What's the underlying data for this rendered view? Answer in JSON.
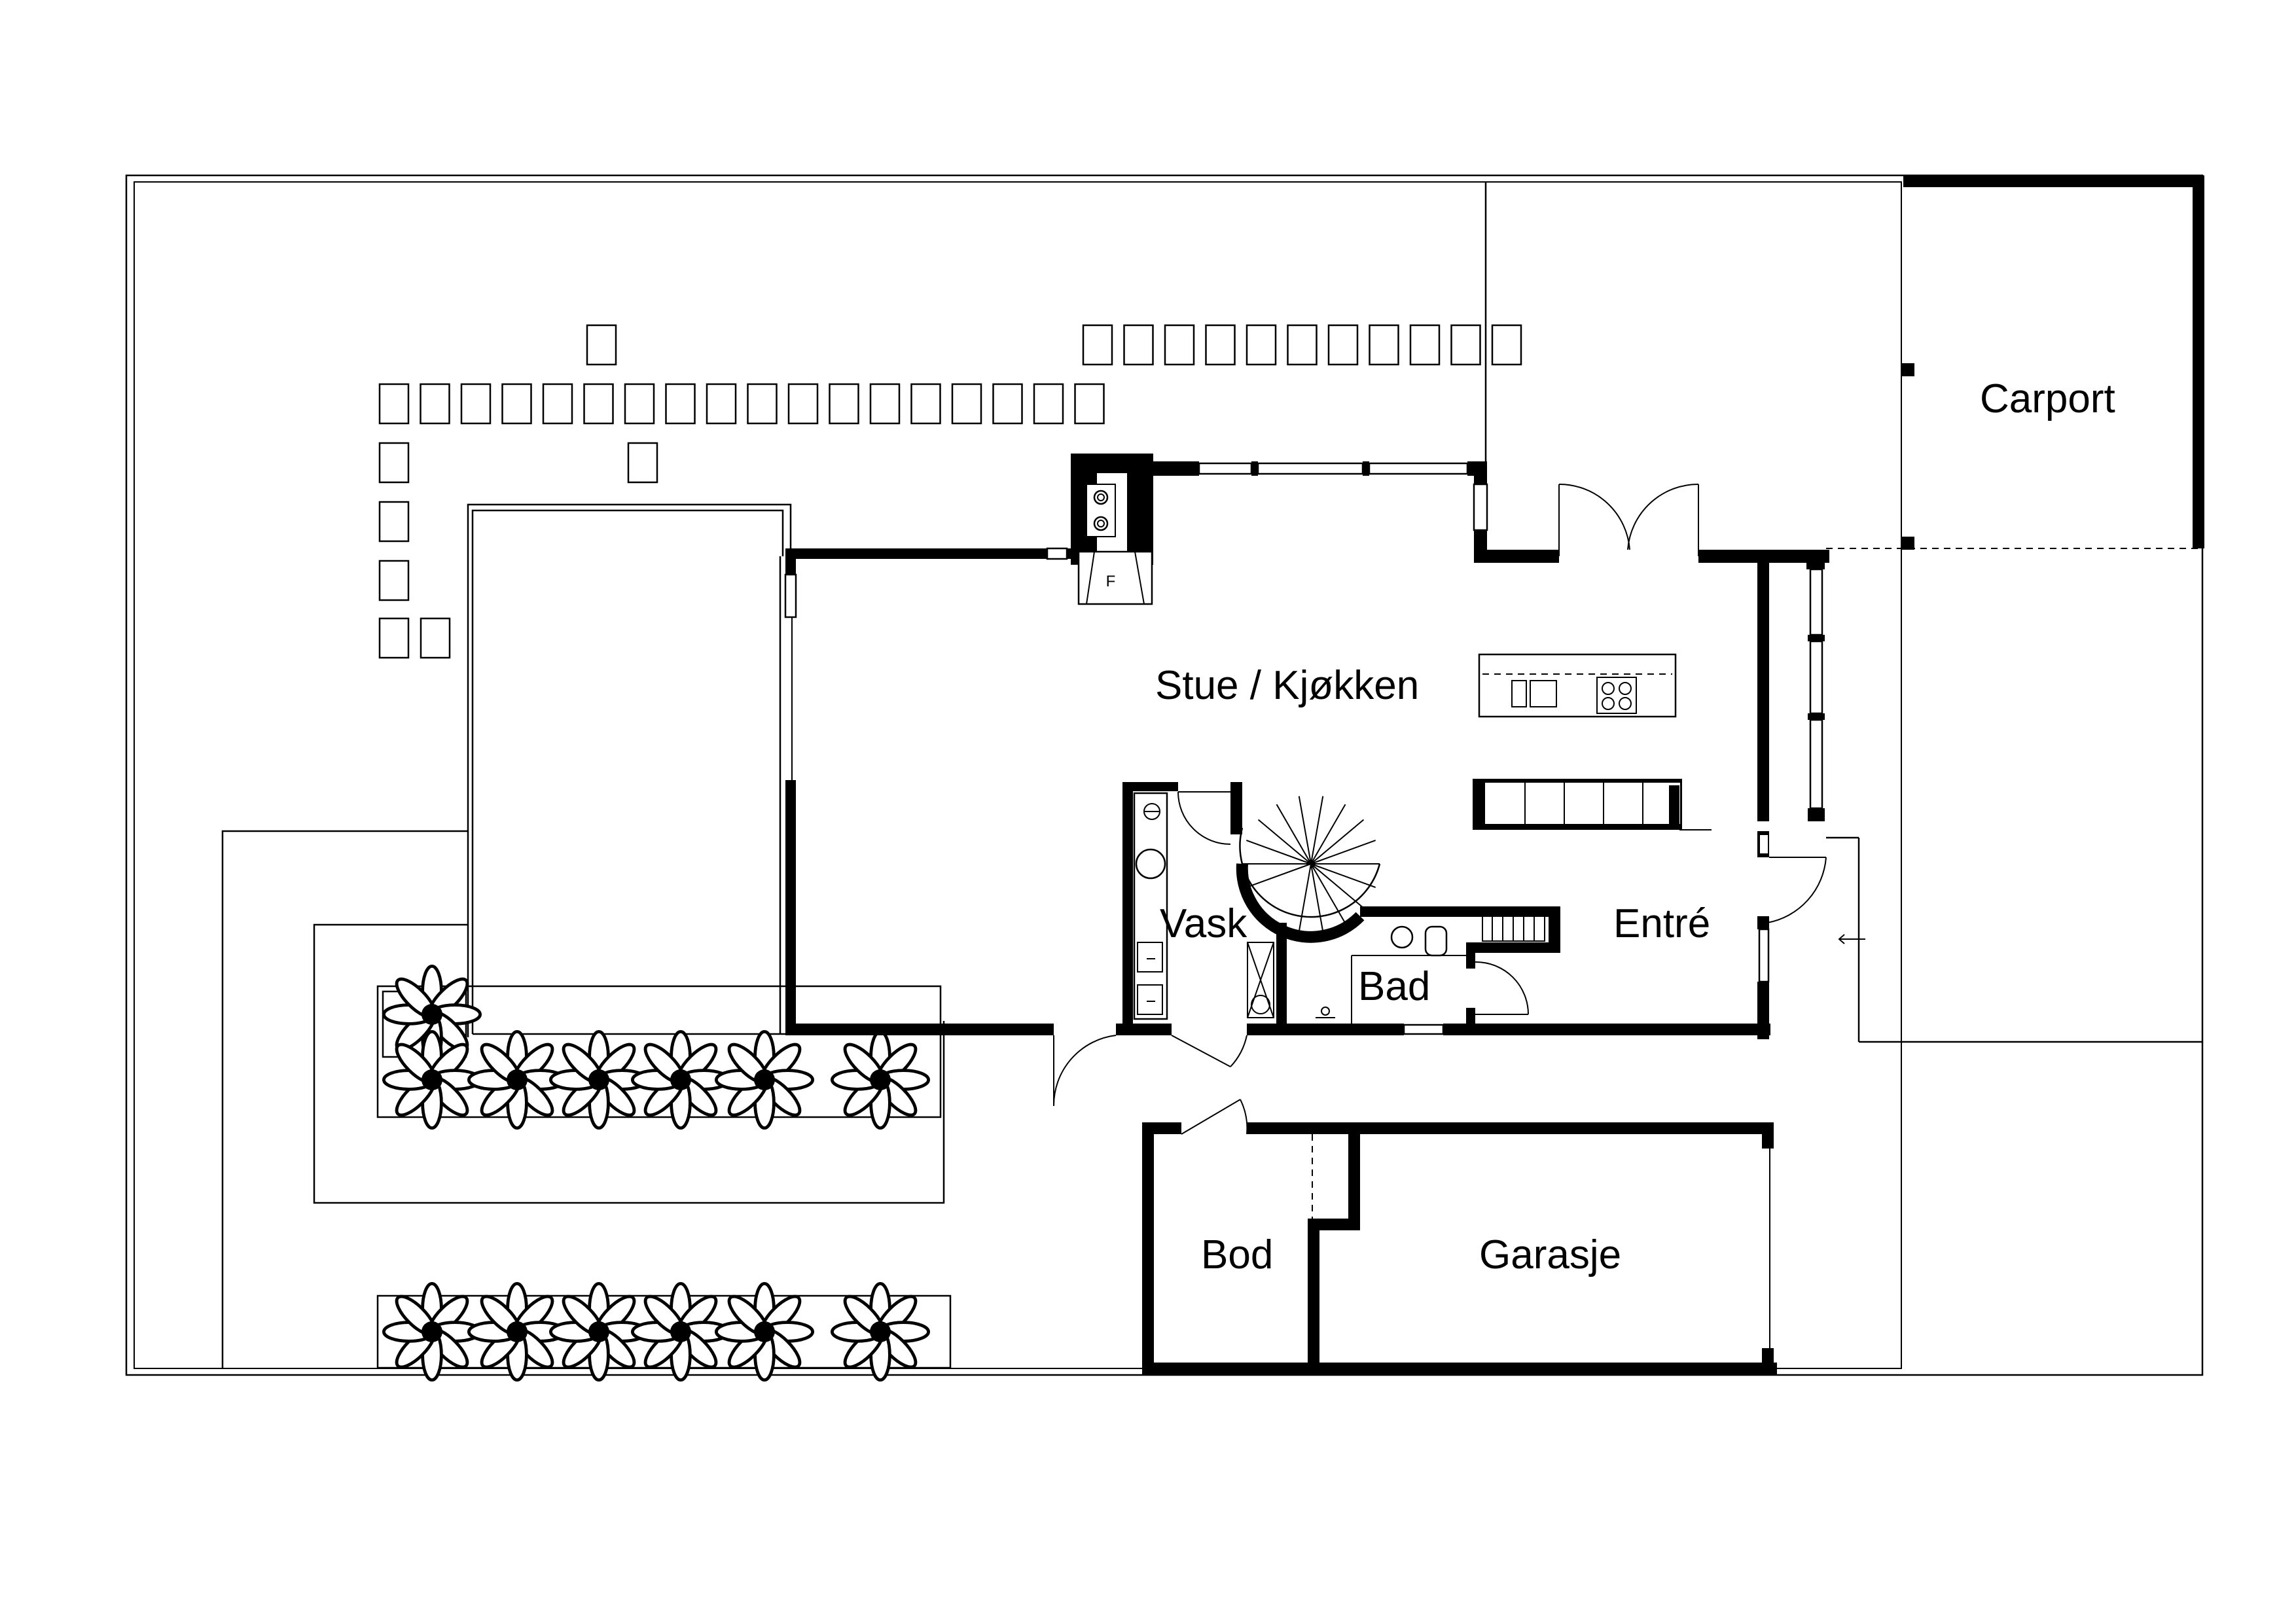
{
  "plan": {
    "rooms": {
      "carport": "Carport",
      "living_kitchen": "Stue / Kjøkken",
      "laundry": "Vask",
      "entrance": "Entré",
      "bathroom": "Bad",
      "storage": "Bod",
      "garage": "Garasje"
    },
    "fireplace_label": "F"
  }
}
